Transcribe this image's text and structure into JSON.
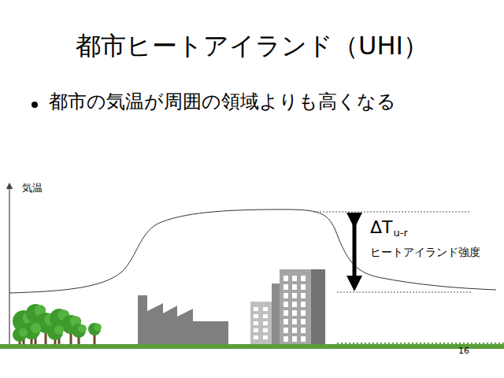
{
  "diagram": {
    "title": "都市ヒートアイランド（UHI）",
    "labels": [
      "都市の気温が周囲の領域よりも高くなる",
      "気温",
      "ΔT",
      "u-r",
      "ヒートアイランド強度",
      "16"
    ]
  }
}
